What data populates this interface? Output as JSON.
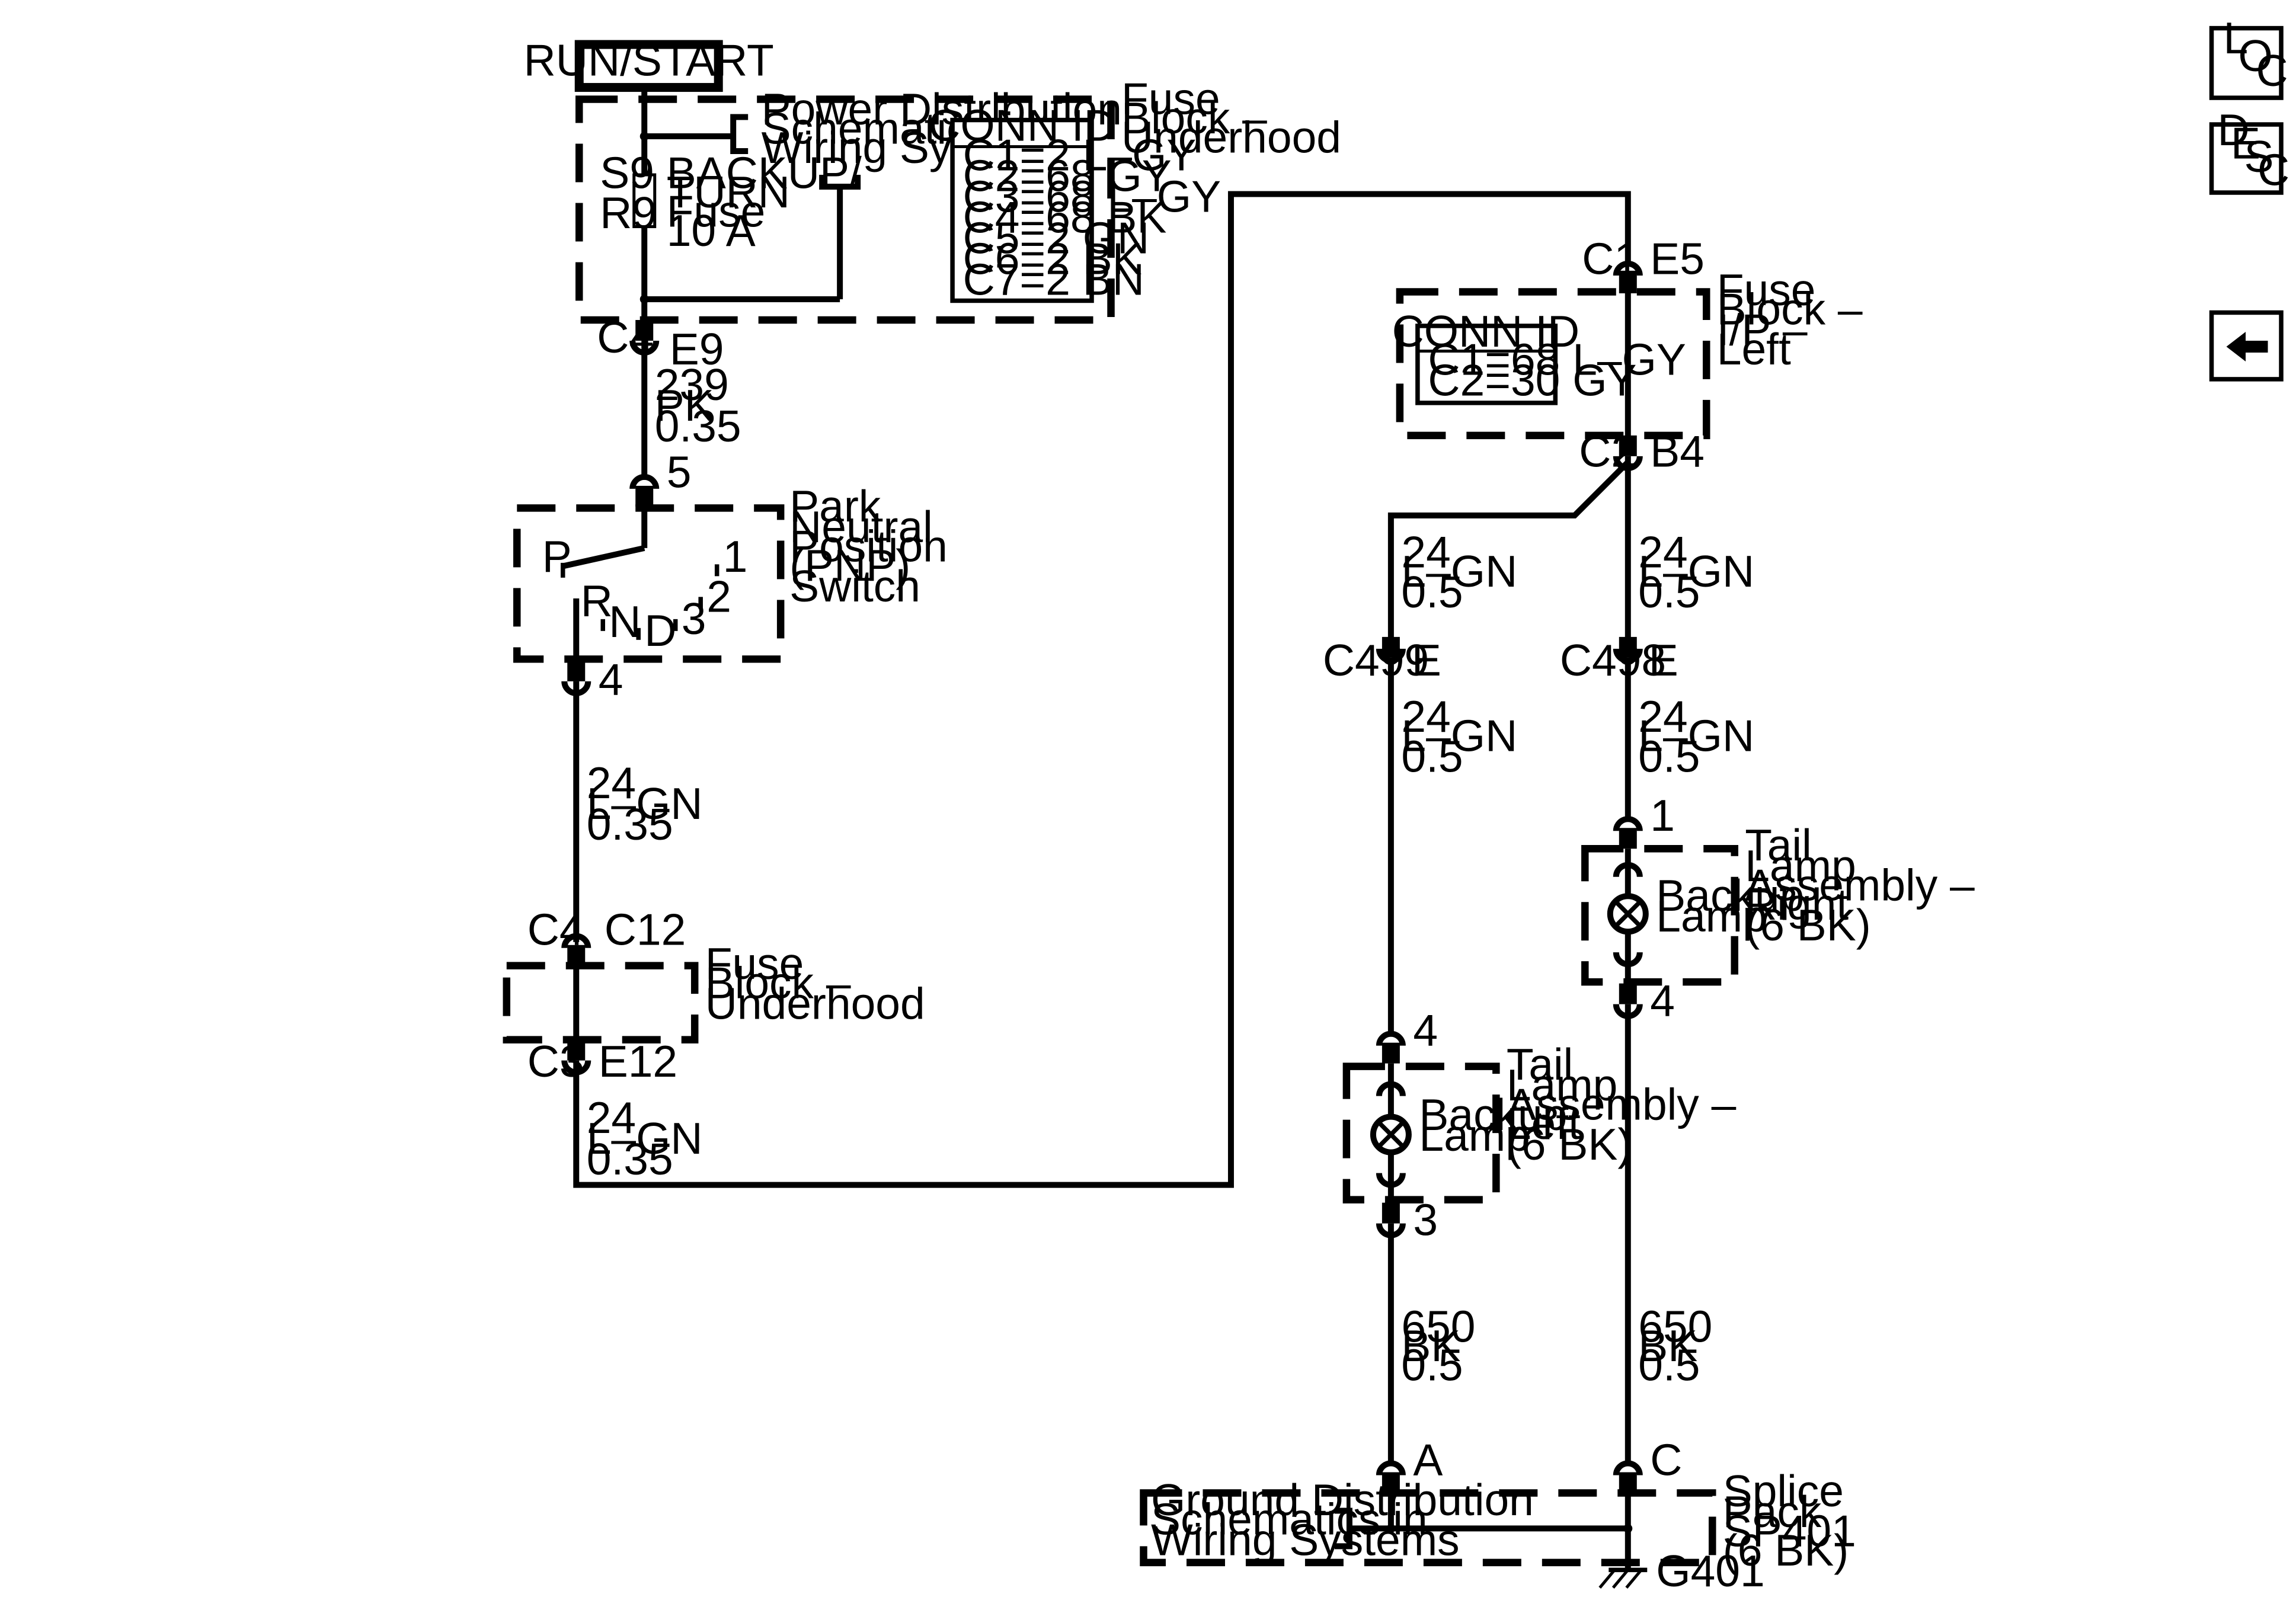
{
  "header": {
    "run_start": "RUN/START"
  },
  "fuse_block_underhood_top": {
    "label": [
      "Fuse",
      "Block –",
      "Underhood"
    ],
    "power_dist_ref": [
      "Power Distribution",
      "Schematics in",
      "Wiring Systems"
    ],
    "fuse_positions": [
      "S9",
      "R9"
    ],
    "fuse_label": [
      "BACKUP/",
      "TURN",
      "Fuse",
      "10 A"
    ],
    "conn_id_title": "CONN ID",
    "conn_ids": [
      "C1=2 L–GY",
      "C2=68 GY",
      "C3=68 L–GY",
      "C4=68 BK",
      "C5=2 GN",
      "C6=2 BK",
      "C7=2 BN"
    ]
  },
  "conn_top_left": {
    "c": "C4",
    "pin": "E9"
  },
  "wire_239": [
    "239",
    "PK",
    "0.35"
  ],
  "pnp_switch": {
    "pin_in": "5",
    "pin_out": "4",
    "label": [
      "Park",
      "Neutral",
      "Position",
      "(PNP)",
      "Switch"
    ],
    "positions": [
      "P",
      "R",
      "N",
      "D",
      "3",
      "2",
      "1"
    ]
  },
  "wire_24_a": [
    "24",
    "L–GN",
    "0.35"
  ],
  "conn_mid_left": {
    "c": "C4",
    "pin": "C12"
  },
  "fuse_block_underhood_mid": {
    "label": [
      "Fuse",
      "Block –",
      "Underhood"
    ]
  },
  "conn_low_left": {
    "c": "C3",
    "pin": "E12"
  },
  "wire_24_b": [
    "24",
    "L–GN",
    "0.35"
  ],
  "conn_ip_top": {
    "c": "C1",
    "pin": "E5"
  },
  "fuse_block_ip": {
    "label": [
      "Fuse",
      "Block –",
      "I/P –",
      "Left"
    ],
    "conn_id_title": "CONN ID",
    "conn_ids": [
      "C1=68 L–GY",
      "C2=30 GY"
    ]
  },
  "conn_ip_bottom": {
    "c": "C2",
    "pin": "B4"
  },
  "wire_24_left_1": [
    "24",
    "L–GN",
    "0.5"
  ],
  "wire_24_right_1": [
    "24",
    "L–GN",
    "0.5"
  ],
  "c499": {
    "c": "C499",
    "pin": "E"
  },
  "c498": {
    "c": "C498",
    "pin": "E"
  },
  "wire_24_left_2": [
    "24",
    "L–GN",
    "0.5"
  ],
  "wire_24_right_2": [
    "24",
    "L–GN",
    "0.5"
  ],
  "tail_lamp_right": {
    "pin_in": "1",
    "pin_out": "4",
    "lamp": [
      "Backup",
      "Lamp"
    ],
    "label": [
      "Tail",
      "Lamp",
      "Assembly –",
      "Right",
      "(6 BK)"
    ]
  },
  "tail_lamp_left": {
    "pin_in": "4",
    "pin_out": "3",
    "lamp": [
      "Backup",
      "Lamp"
    ],
    "label": [
      "Tail",
      "Lamp",
      "Assembly –",
      "Left",
      "(6 BK)"
    ]
  },
  "wire_650_left": [
    "650",
    "BK",
    "0.5"
  ],
  "wire_650_right": [
    "650",
    "BK",
    "0.5"
  ],
  "splice": {
    "pin_left": "A",
    "pin_right": "C",
    "ground_ref": [
      "Ground Distribution",
      "Schematics in",
      "Wiring Systems"
    ],
    "label": [
      "Splice",
      "Pack",
      "SP401",
      "(6 BK)"
    ],
    "ground": "G401"
  },
  "side_buttons": {
    "loc": [
      "L",
      "O",
      "C"
    ],
    "desc": [
      "D",
      "E",
      "S",
      "C"
    ],
    "back_icon": "arrow-left-icon"
  }
}
